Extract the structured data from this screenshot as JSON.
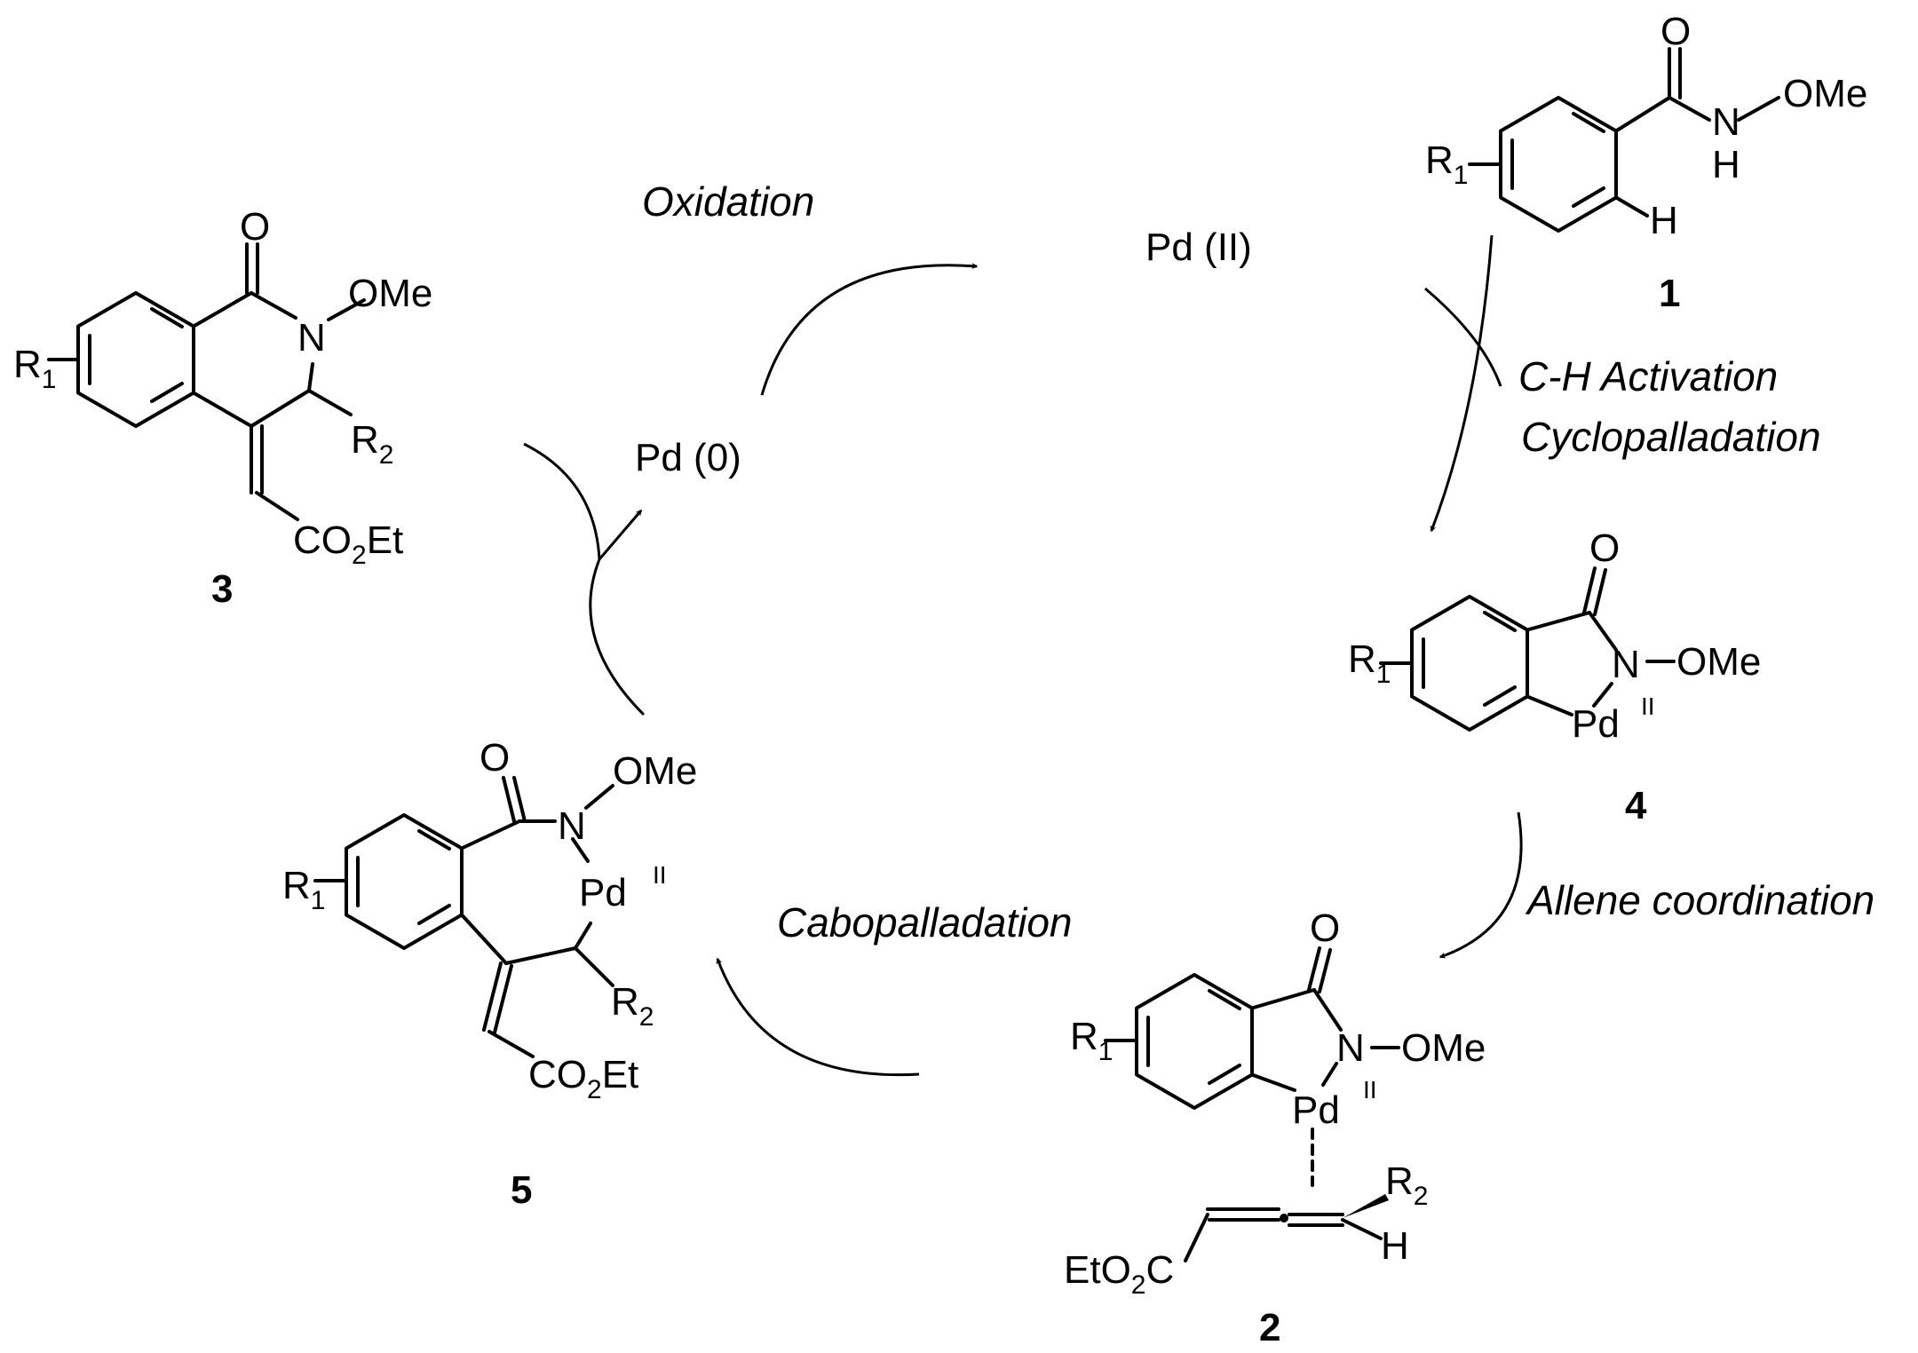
{
  "catalysts": {
    "pd2": "Pd (II)",
    "pd0": "Pd (0)"
  },
  "steps": {
    "oxidation": "Oxidation",
    "ch_activation_1": "C-H Activation",
    "ch_activation_2": "Cyclopalladation",
    "allene": "Allene coordination",
    "carbopalladation": "Cabopalladation"
  },
  "compounds": {
    "c1": {
      "number": "1",
      "R1": "R",
      "R1_sub": "1",
      "OMe": "OMe",
      "O": "O",
      "N": "N",
      "H_amide": "H",
      "H_aryl": "H"
    },
    "c2": {
      "number": "2",
      "R1": "R",
      "R1_sub": "1",
      "OMe": "OMe",
      "O": "O",
      "N": "N",
      "Pd": "Pd",
      "ox": "II",
      "R2": "R",
      "R2_sub": "2",
      "H": "H",
      "ester_a": "EtO",
      "ester_sub": "2",
      "ester_b": "C"
    },
    "c3": {
      "number": "3",
      "R1": "R",
      "R1_sub": "1",
      "OMe": "OMe",
      "O": "O",
      "N": "N",
      "R2": "R",
      "R2_sub": "2",
      "ester_a": "CO",
      "ester_sub": "2",
      "ester_b": "Et"
    },
    "c4": {
      "number": "4",
      "R1": "R",
      "R1_sub": "1",
      "OMe": "OMe",
      "O": "O",
      "N": "N",
      "Pd": "Pd",
      "ox": "II"
    },
    "c5": {
      "number": "5",
      "R1": "R",
      "R1_sub": "1",
      "OMe": "OMe",
      "O": "O",
      "N": "N",
      "Pd": "Pd",
      "ox": "II",
      "R2": "R",
      "R2_sub": "2",
      "ester_a": "CO",
      "ester_sub": "2",
      "ester_b": "Et"
    }
  }
}
